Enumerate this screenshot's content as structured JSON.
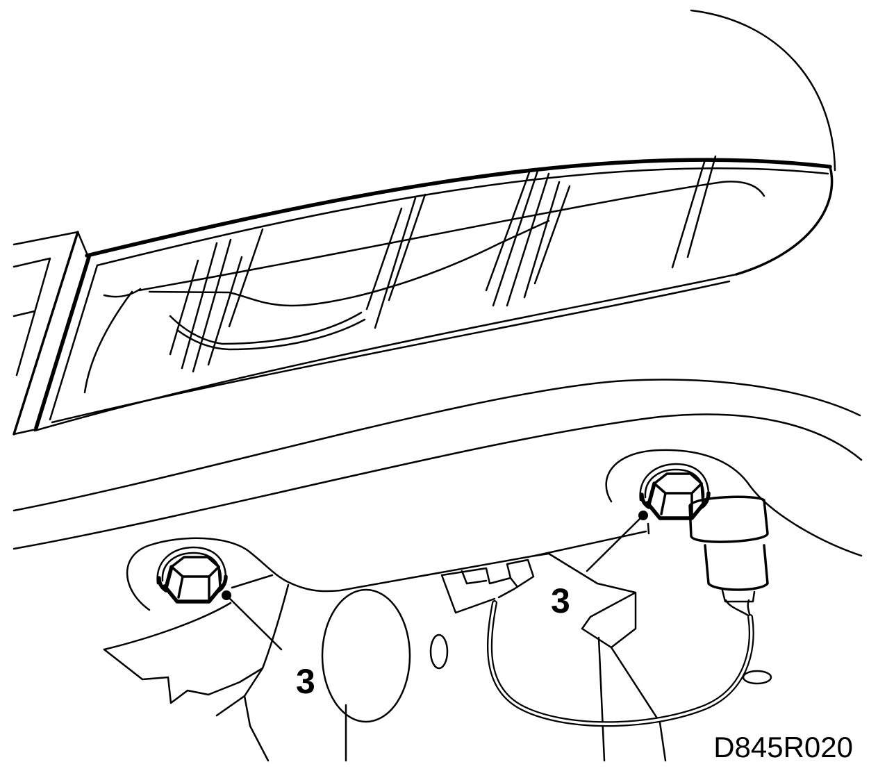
{
  "figure": {
    "code": "D845R020"
  },
  "callouts": [
    {
      "label": "3"
    },
    {
      "label": "3"
    }
  ],
  "colors": {
    "line": "#000000",
    "background": "#ffffff"
  }
}
